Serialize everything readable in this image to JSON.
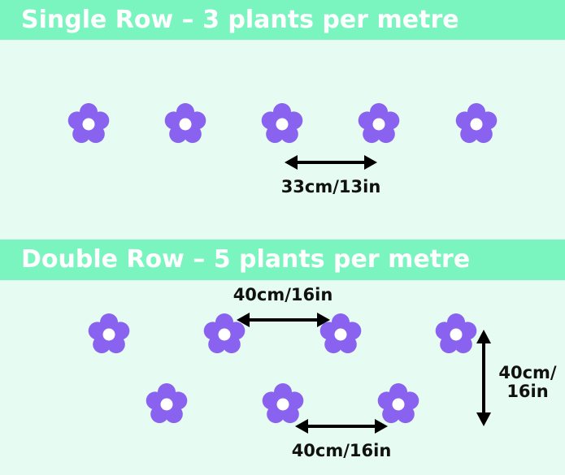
{
  "colors": {
    "background": "#e6fbf2",
    "band": "#7bf5bf",
    "title_text": "#ffffff",
    "flower_petal": "#8a62f0",
    "flower_center": "#ffffff",
    "arrow": "#000000",
    "label_text": "#111111"
  },
  "sections": {
    "single": {
      "title": "Single Row – 3 plants per metre",
      "spacing_label": "33cm/13in"
    },
    "double": {
      "title": "Double Row – 5 plants per metre",
      "spacing_top_label": "40cm/16in",
      "spacing_bottom_label": "40cm/16in",
      "row_gap_label_line1": "40cm/",
      "row_gap_label_line2": "16in"
    }
  },
  "icons": {
    "plant": "flower-icon",
    "arrow_horizontal": "double-headed-arrow-horizontal-icon",
    "arrow_vertical": "double-headed-arrow-vertical-icon"
  }
}
